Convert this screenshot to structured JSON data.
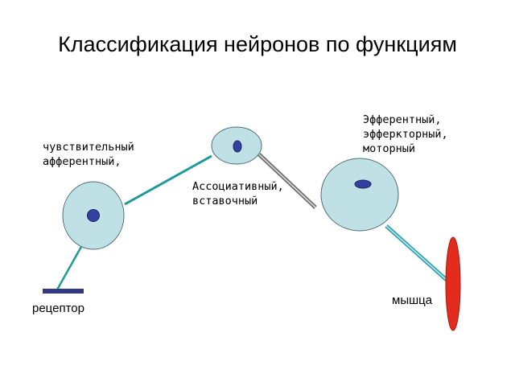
{
  "title": "Классификация нейронов по функциям",
  "labels": {
    "sensory": [
      "чувствительный",
      "афферентный,"
    ],
    "association": [
      "Ассоциативный,",
      "вставочный"
    ],
    "efferent": [
      "Эфферентный,",
      "эфферкторный,",
      "моторный"
    ],
    "receptor": "рецептор",
    "muscle": "мышца"
  },
  "colors": {
    "cell_fill": "#bfe1e6",
    "cell_stroke": "#4f6f78",
    "nucleus": "#3340a0",
    "axon": "#1e9a9a",
    "receptor": "#323a86",
    "muscle": "#e32c1e",
    "gray_fiber": "#707070"
  }
}
